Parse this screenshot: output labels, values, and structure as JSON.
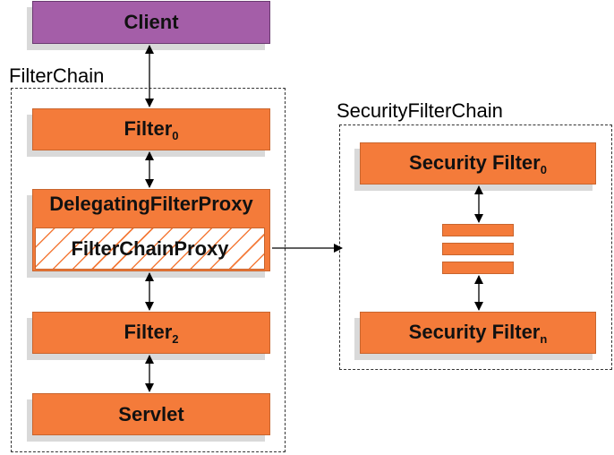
{
  "client": {
    "label": "Client"
  },
  "filter_chain": {
    "title": "FilterChain",
    "filter0": {
      "label": "Filter",
      "sub": "0"
    },
    "delegating": {
      "label": "DelegatingFilterProxy",
      "inner": "FilterChainProxy"
    },
    "filter2": {
      "label": "Filter",
      "sub": "2"
    },
    "servlet": {
      "label": "Servlet"
    }
  },
  "security_filter_chain": {
    "title": "SecurityFilterChain",
    "first": {
      "label": "Security Filter",
      "sub": "0"
    },
    "last": {
      "label": "Security Filter",
      "sub": "n"
    }
  },
  "colors": {
    "filter": "#f47b3a",
    "client": "#a45ea8"
  }
}
